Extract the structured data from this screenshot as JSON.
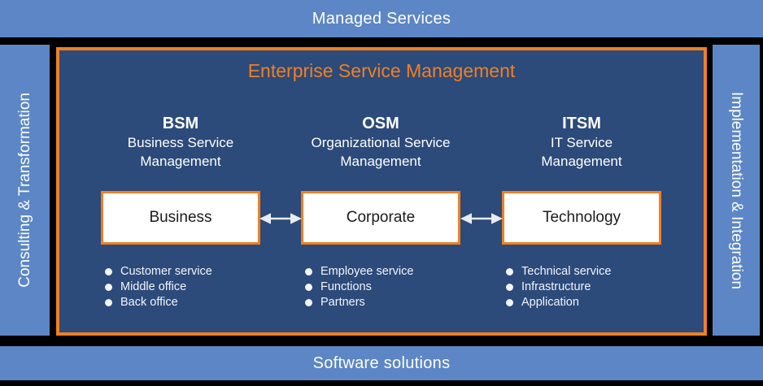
{
  "colors": {
    "background": "#000000",
    "bar_blue": "#5C86C5",
    "panel_navy": "#2C4A7A",
    "accent_orange": "#EF8023",
    "arrow_white": "#E8ECF3",
    "box_text": "#1c1c1c"
  },
  "top_bar": {
    "label": "Managed Services"
  },
  "bottom_bar": {
    "label": "Software solutions"
  },
  "left_bar": {
    "label": "Consulting & Transformation"
  },
  "right_bar": {
    "label": "Implementation & Integration"
  },
  "panel": {
    "title": "Enterprise Service Management"
  },
  "columns": [
    {
      "acronym": "BSM",
      "name": "Business Service\nManagement",
      "box": "Business",
      "bullets": [
        "Customer service",
        "Middle office",
        "Back office"
      ]
    },
    {
      "acronym": "OSM",
      "name": "Organizational Service\nManagement",
      "box": "Corporate",
      "bullets": [
        "Employee service",
        "Functions",
        "Partners"
      ]
    },
    {
      "acronym": "ITSM",
      "name": "IT Service\nManagement",
      "box": "Technology",
      "bullets": [
        "Technical service",
        "Infrastructure",
        "Application"
      ]
    }
  ],
  "icons": {
    "arrow": "double-headed-arrow",
    "bullet": "filled-circle"
  }
}
